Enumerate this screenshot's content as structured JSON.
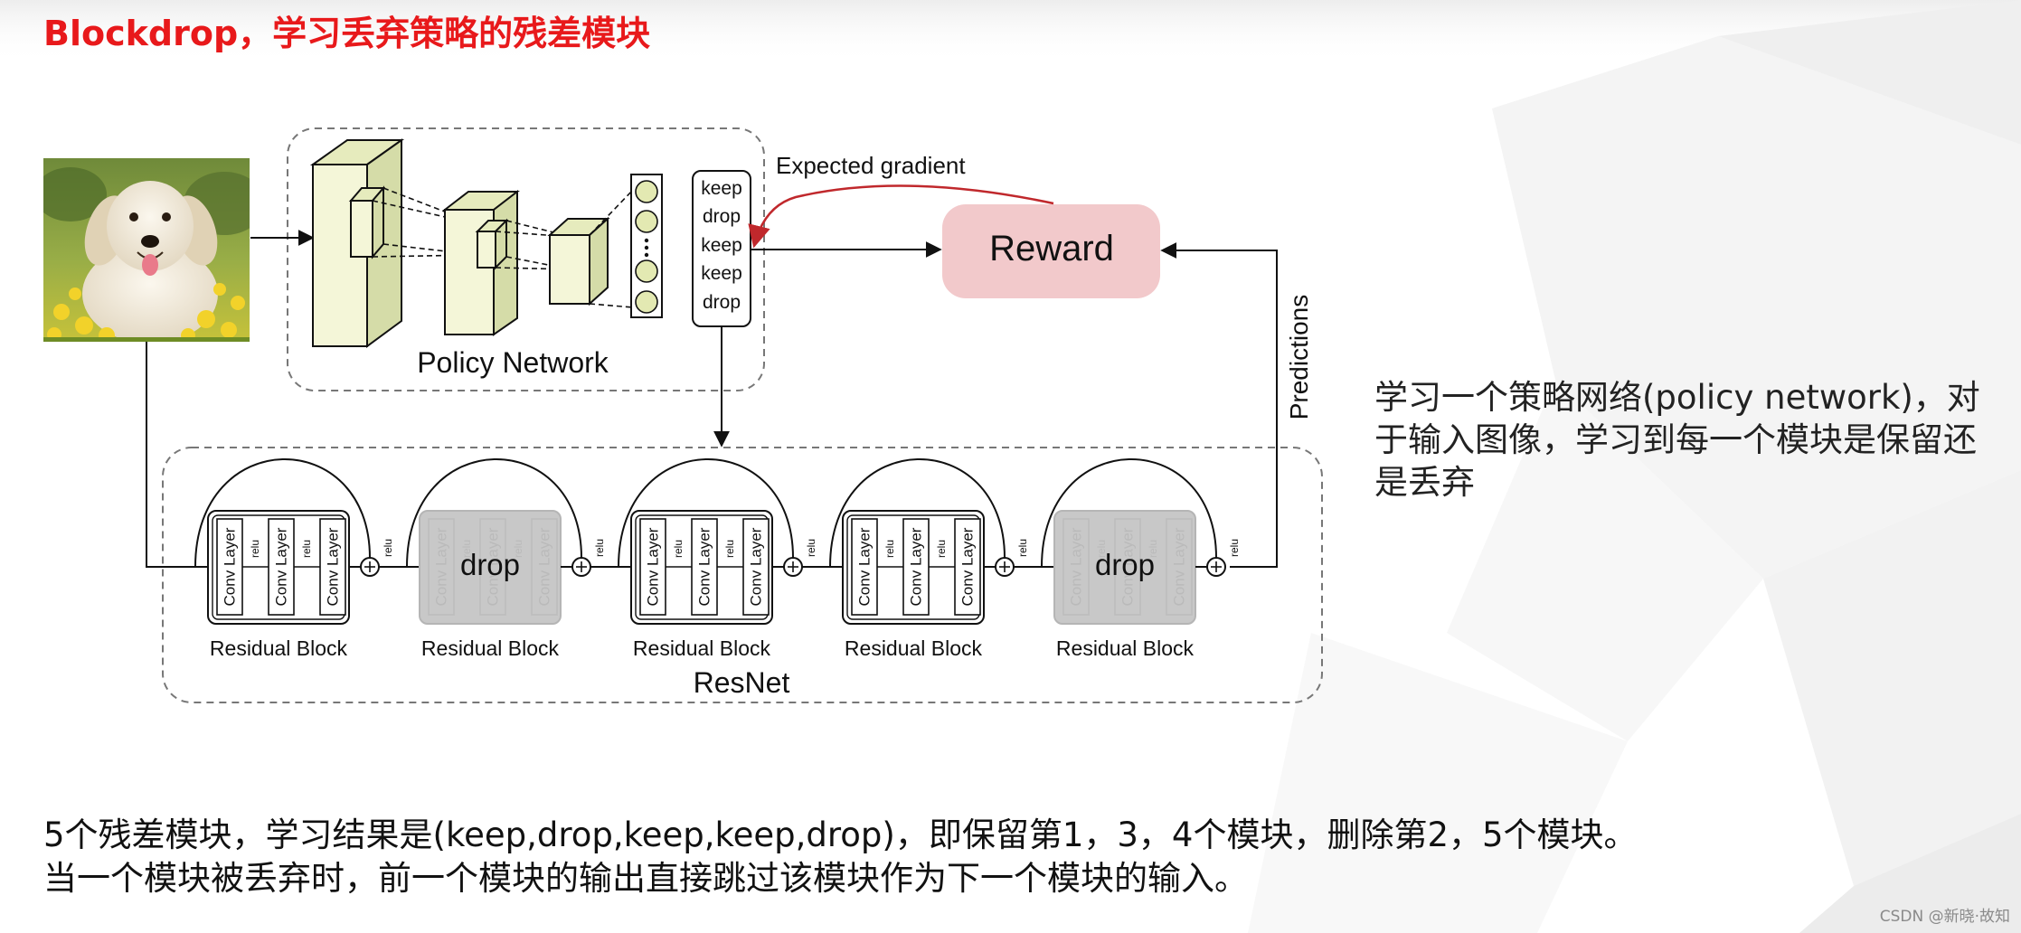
{
  "title": "Blockdrop，学习丢弃策略的残差模块",
  "figure": {
    "policy_network_label": "Policy Network",
    "policy_outputs": [
      "keep",
      "drop",
      "keep",
      "keep",
      "drop"
    ],
    "expected_gradient_label": "Expected gradient",
    "reward_label": "Reward",
    "predictions_label": "Predictions",
    "resnet_label": "ResNet",
    "conv_layer_label": "Conv Layer",
    "relu_label": "relu",
    "drop_label": "drop",
    "residual_blocks": [
      {
        "label": "Residual Block",
        "state": "keep"
      },
      {
        "label": "Residual Block",
        "state": "drop"
      },
      {
        "label": "Residual Block",
        "state": "keep"
      },
      {
        "label": "Residual Block",
        "state": "keep"
      },
      {
        "label": "Residual Block",
        "state": "drop"
      }
    ]
  },
  "side_text": "学习一个策略网络(policy network)，对于输入图像，学习到每一个模块是保留还是丢弃",
  "bottom_text": {
    "line1": "5个残差模块，学习结果是(keep,drop,keep,keep,drop)，即保留第1，3，4个模块，删除第2，5个模块。",
    "line2": "当一个模块被丢弃时，前一个模块的输出直接跳过该模块作为下一个模块的输入。"
  },
  "watermark": "CSDN @新晓·故知",
  "colors": {
    "title": "#e8191b",
    "reward_fill": "#f2c9cb",
    "gradient_arrow": "#c0282c",
    "conv_fill": "#f4f6d8",
    "drop_fill": "#c8c8c8"
  }
}
